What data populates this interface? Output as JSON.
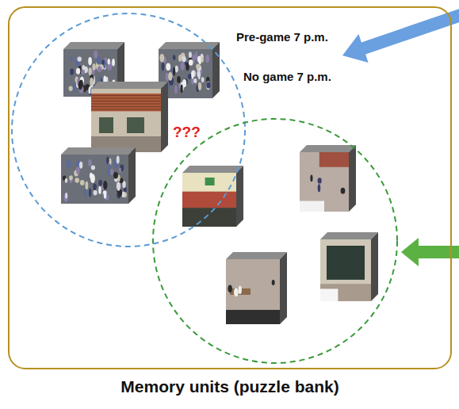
{
  "diagram": {
    "nodes": [
      {
        "text": [
          "Memory units (puzzle bank)"
        ]
      },
      {
        "text": [
          "Pre-game 7 p.m."
        ],
        "in": 0
      },
      {
        "text": [
          "No game 7 p.m."
        ],
        "in": 0
      }
    ],
    "labels": [
      "???"
    ]
  }
}
